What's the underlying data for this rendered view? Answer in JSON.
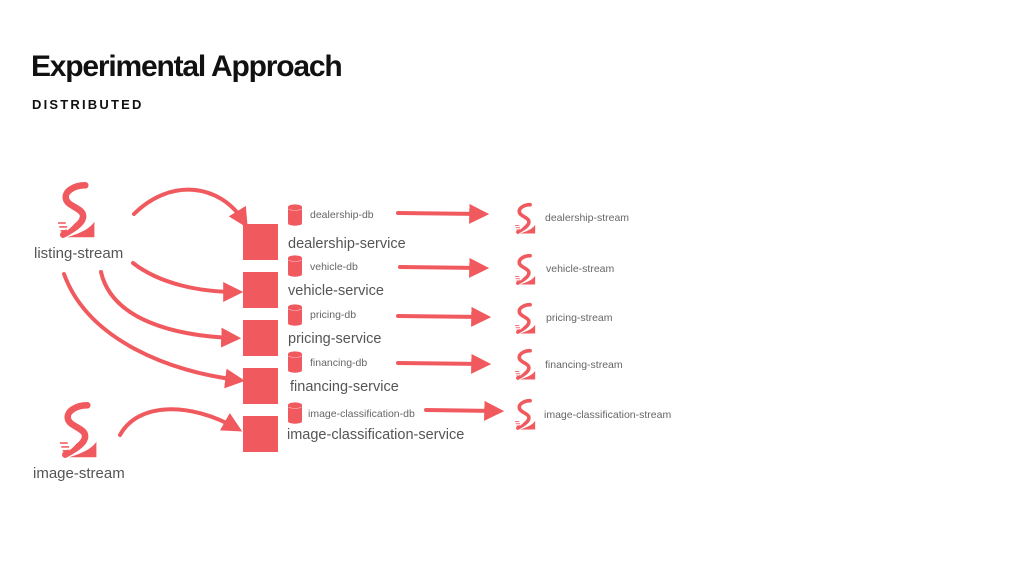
{
  "header": {
    "title": "Experimental Approach",
    "subtitle": "DISTRIBUTED"
  },
  "colors": {
    "accent": "#f05a5f",
    "text": "#555555"
  },
  "icons": {
    "stream": "stream-icon",
    "database": "database-icon",
    "service": "service-box"
  },
  "diagram": {
    "sources": [
      {
        "label": "listing-stream"
      },
      {
        "label": "image-stream"
      }
    ],
    "services": [
      {
        "label": "dealership-service"
      },
      {
        "label": "vehicle-service"
      },
      {
        "label": "pricing-service"
      },
      {
        "label": "financing-service"
      },
      {
        "label": "image-classification-service"
      }
    ],
    "databases": [
      {
        "label": "dealership-db"
      },
      {
        "label": "vehicle-db"
      },
      {
        "label": "pricing-db"
      },
      {
        "label": "financing-db"
      },
      {
        "label": "image-classification-db"
      }
    ],
    "outputs": [
      {
        "label": "dealership-stream"
      },
      {
        "label": "vehicle-stream"
      },
      {
        "label": "pricing-stream"
      },
      {
        "label": "financing-stream"
      },
      {
        "label": "image-classification-stream"
      }
    ]
  }
}
